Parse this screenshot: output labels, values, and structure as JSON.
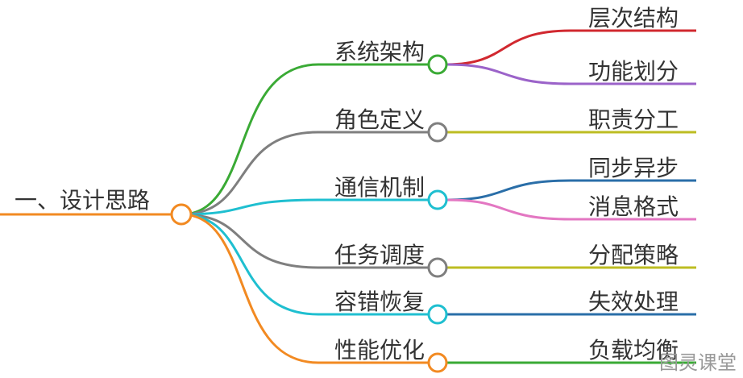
{
  "root": {
    "label": "一、设计思路",
    "color": "#f28a22"
  },
  "branches": [
    {
      "label": "系统架构",
      "color": "#3aaa35",
      "leaves": [
        {
          "label": "层次结构",
          "color": "#d1282f"
        },
        {
          "label": "功能划分",
          "color": "#9b63c9"
        }
      ]
    },
    {
      "label": "角色定义",
      "color": "#7f7f7f",
      "leaves": [
        {
          "label": "职责分工",
          "color": "#bdbd22"
        }
      ]
    },
    {
      "label": "通信机制",
      "color": "#1fbfd0",
      "leaves": [
        {
          "label": "同步异步",
          "color": "#2a6ea8"
        },
        {
          "label": "消息格式",
          "color": "#e377c2"
        }
      ]
    },
    {
      "label": "任务调度",
      "color": "#7f7f7f",
      "leaves": [
        {
          "label": "分配策略",
          "color": "#bdbd22"
        }
      ]
    },
    {
      "label": "容错恢复",
      "color": "#1fbfd0",
      "leaves": [
        {
          "label": "失效处理",
          "color": "#2a6ea8"
        }
      ]
    },
    {
      "label": "性能优化",
      "color": "#f28a22",
      "leaves": [
        {
          "label": "负载均衡",
          "color": "#3aaa35"
        }
      ]
    }
  ],
  "watermark": "图灵课堂"
}
